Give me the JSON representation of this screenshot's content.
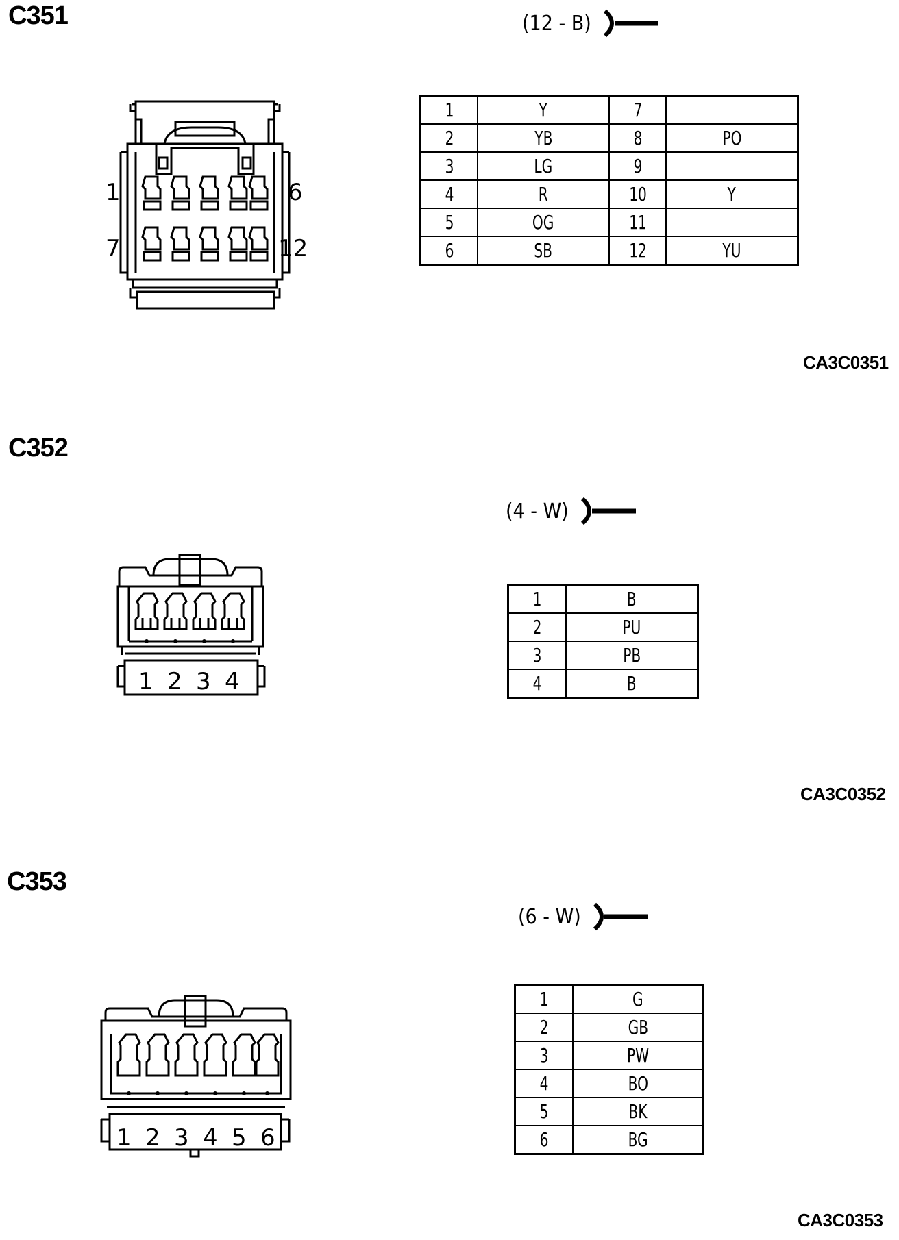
{
  "connectors": [
    {
      "id": "C351",
      "spec": "(12 - B)",
      "ref": "CA3C0351",
      "face_labels": [
        "1",
        "6",
        "7",
        "12"
      ],
      "pins": [
        {
          "pin": "1",
          "wire": "Y"
        },
        {
          "pin": "2",
          "wire": "YB"
        },
        {
          "pin": "3",
          "wire": "LG"
        },
        {
          "pin": "4",
          "wire": "R"
        },
        {
          "pin": "5",
          "wire": "OG"
        },
        {
          "pin": "6",
          "wire": "SB"
        },
        {
          "pin": "7",
          "wire": ""
        },
        {
          "pin": "8",
          "wire": "PO"
        },
        {
          "pin": "9",
          "wire": ""
        },
        {
          "pin": "10",
          "wire": "Y"
        },
        {
          "pin": "11",
          "wire": ""
        },
        {
          "pin": "12",
          "wire": "YU"
        }
      ]
    },
    {
      "id": "C352",
      "spec": "(4 - W)",
      "ref": "CA3C0352",
      "face_labels": [
        "1",
        "2",
        "3",
        "4"
      ],
      "pins": [
        {
          "pin": "1",
          "wire": "B"
        },
        {
          "pin": "2",
          "wire": "PU"
        },
        {
          "pin": "3",
          "wire": "PB"
        },
        {
          "pin": "4",
          "wire": "B"
        }
      ]
    },
    {
      "id": "C353",
      "spec": "(6 - W)",
      "ref": "CA3C0353",
      "face_labels": [
        "1",
        "2",
        "3",
        "4",
        "5",
        "6"
      ],
      "pins": [
        {
          "pin": "1",
          "wire": "G"
        },
        {
          "pin": "2",
          "wire": "GB"
        },
        {
          "pin": "3",
          "wire": "PW"
        },
        {
          "pin": "4",
          "wire": "BO"
        },
        {
          "pin": "5",
          "wire": "BK"
        },
        {
          "pin": "6",
          "wire": "BG"
        }
      ]
    }
  ]
}
